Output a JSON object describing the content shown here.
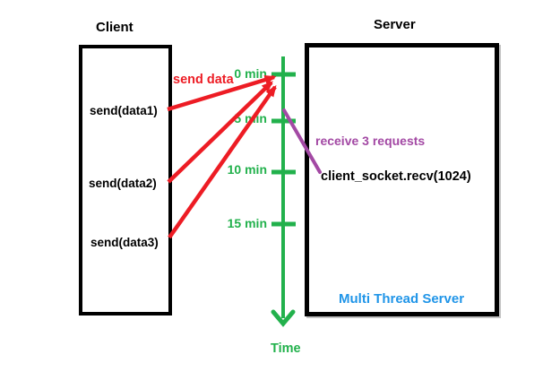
{
  "colors": {
    "red": "#ed1c24",
    "green": "#22b14c",
    "purple": "#a349a4",
    "blue": "#2095e8",
    "black": "#000000"
  },
  "client": {
    "title": "Client",
    "calls": [
      "send(data1)",
      "send(data2)",
      "send(data3)"
    ]
  },
  "server": {
    "title": "Server",
    "recv_call": "client_socket.recv(1024)",
    "caption": "Multi Thread Server"
  },
  "timeline": {
    "ticks": [
      "0 min",
      "5 min",
      "10 min",
      "15 min"
    ],
    "axis_label": "Time"
  },
  "annotations": {
    "send_data": "send data",
    "receive_requests": "receive 3 requests"
  }
}
